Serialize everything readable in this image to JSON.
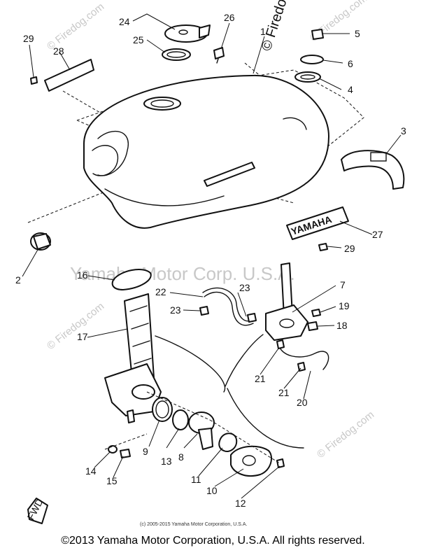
{
  "watermarks": {
    "firedog_1": "© Firedog.com",
    "firedog_2": "© Firedog.com",
    "firedog_3": "© Firedog.com",
    "firedog_4": "© Firedog.com",
    "firedog_5": "© Firedog.com",
    "yamaha_center": "Yamaha Motor Corp. U.S.A."
  },
  "emblem_text": "YAMAHA",
  "fwd_text": "FWD",
  "part_numbers": {
    "p1": "1",
    "p2": "2",
    "p3": "3",
    "p4": "4",
    "p5": "5",
    "p6": "6",
    "p7": "7",
    "p8": "8",
    "p9": "9",
    "p10": "10",
    "p11": "11",
    "p12": "12",
    "p13": "13",
    "p14": "14",
    "p15": "15",
    "p16": "16",
    "p17": "17",
    "p18": "18",
    "p19": "19",
    "p20": "20",
    "p21a": "21",
    "p21b": "21",
    "p22": "22",
    "p23a": "23",
    "p23b": "23",
    "p24": "24",
    "p25": "25",
    "p26": "26",
    "p27": "27",
    "p28": "28",
    "p29a": "29",
    "p29b": "29"
  },
  "small_copyright": "(c) 2005-2015 Yamaha Motor Corporation, U.S.A.",
  "footer_copyright": "©2013 Yamaha Motor Corporation, U.S.A. All rights reserved."
}
